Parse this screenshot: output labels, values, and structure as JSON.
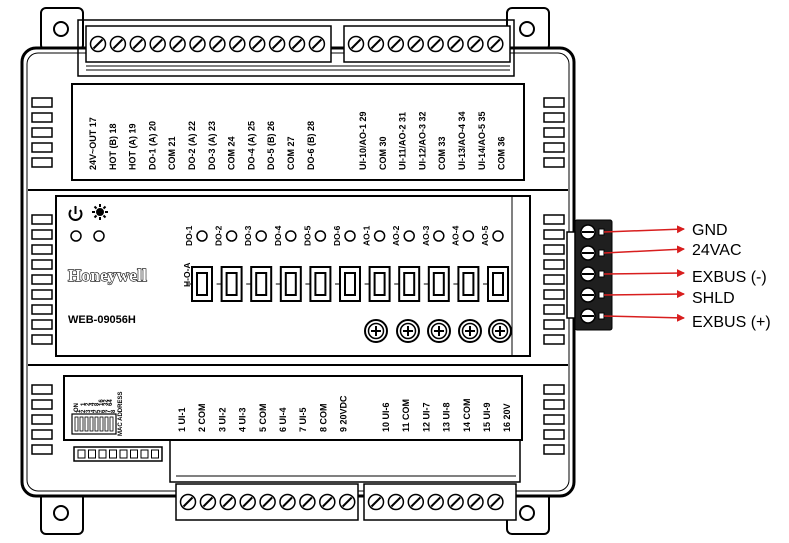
{
  "device": {
    "brand": "Honeywell",
    "model": "WEB-09056H",
    "hoa_label": "H-O-A"
  },
  "top_terminals": [
    "24V~OUT 17",
    "HOT (B) 18",
    "HOT (A) 19",
    "DO-1 (A) 20",
    "COM 21",
    "DO-2 (A) 22",
    "DO-3 (A) 23",
    "COM 24",
    "DO-4 (A) 25",
    "DO-5 (B) 26",
    "COM 27",
    "DO-6 (B) 28",
    "UI-10/AO-1 29",
    "COM 30",
    "UI-11/AO-2 31",
    "UI-12/AO-3 32",
    "COM 33",
    "UI-13/AO-4 34",
    "UI-14/AO-5 35",
    "COM 36"
  ],
  "bottom_terminals": [
    "1 UI-1",
    "2 COM",
    "3 UI-2",
    "4 UI-3",
    "5 COM",
    "6 UI-4",
    "7 UI-5",
    "8 COM",
    "9 20VDC",
    "10 UI-6",
    "11 COM",
    "12 UI-7",
    "13 UI-8",
    "14 COM",
    "15 UI-9",
    "16 20V"
  ],
  "outputs": [
    "DO-1",
    "DO-2",
    "DO-3",
    "DO-4",
    "DO-5",
    "DO-6",
    "AO-1",
    "AO-2",
    "AO-3",
    "AO-4",
    "AO-5"
  ],
  "dip_switch": {
    "on_label": "ON",
    "numbers": [
      "1",
      "2",
      "3",
      "4",
      "5",
      "6",
      "7",
      "8"
    ],
    "values": [
      "1",
      "2",
      "4",
      "8",
      "16",
      "32",
      "64"
    ],
    "label": "MAC ADDRESS"
  },
  "connector_labels": [
    "GND",
    "24VAC",
    "EXBUS (-)",
    "SHLD",
    "EXBUS (+)"
  ],
  "colors": {
    "arrow": "#d81e1e",
    "connector": "#1f1f1f",
    "outline": "#000000"
  },
  "icons": {
    "power": "power-icon",
    "status": "sun-icon"
  }
}
